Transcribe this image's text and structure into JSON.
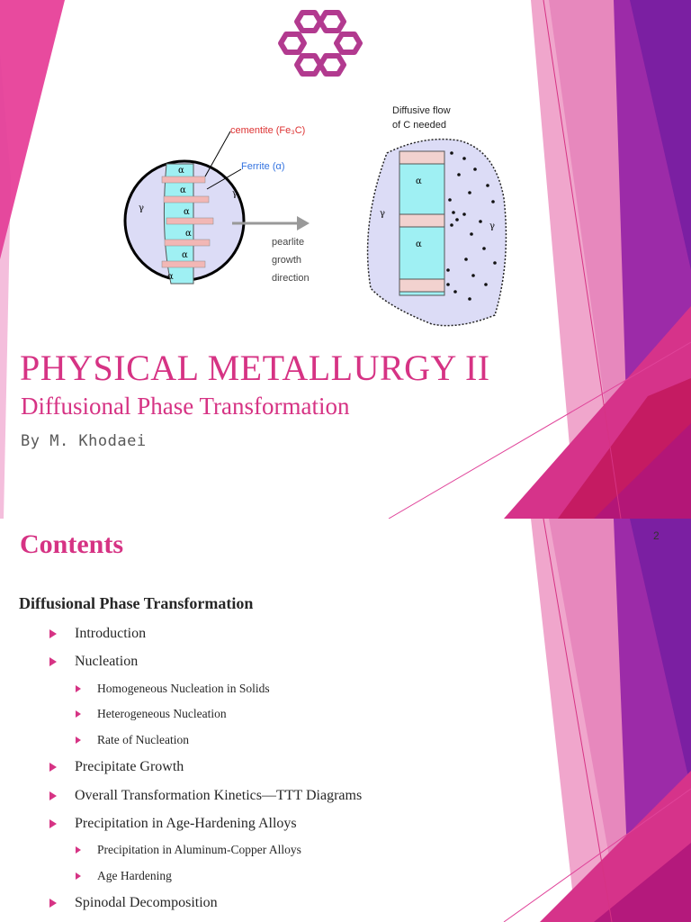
{
  "colors": {
    "accent": "#d63384",
    "magenta": "#e0449a",
    "purple": "#8e24aa",
    "pink_light": "#f2a7cf"
  },
  "slide1": {
    "title": "PHYSICAL METALLURGY II",
    "subtitle": "Diffusional Phase Transformation",
    "author": "By M. Khodaei",
    "logo": "university-knot-logo",
    "figure": {
      "label_cementite": "cementite (Fe₃C)",
      "label_ferrite": "Ferrite (α)",
      "label_growth": [
        "pearlite",
        "growth",
        "direction"
      ],
      "label_diffusive": [
        "Diffusive flow",
        "of C needed"
      ],
      "alpha": "α",
      "gamma": "γ"
    }
  },
  "slide2": {
    "page_number": "2",
    "title": "Contents",
    "section": "Diffusional Phase Transformation",
    "items": [
      {
        "label": "Introduction",
        "level": 1
      },
      {
        "label": "Nucleation",
        "level": 1
      },
      {
        "label": "Homogeneous Nucleation in Solids",
        "level": 2
      },
      {
        "label": "Heterogeneous Nucleation",
        "level": 2
      },
      {
        "label": "Rate of Nucleation",
        "level": 2
      },
      {
        "label": "Precipitate Growth",
        "level": 1
      },
      {
        "label": "Overall Transformation Kinetics—TTT Diagrams",
        "level": 1
      },
      {
        "label": "Precipitation in Age-Hardening Alloys",
        "level": 1
      },
      {
        "label": "Precipitation in Aluminum-Copper Alloys",
        "level": 2
      },
      {
        "label": "Age Hardening",
        "level": 2
      },
      {
        "label": "Spinodal Decomposition",
        "level": 1
      }
    ]
  }
}
